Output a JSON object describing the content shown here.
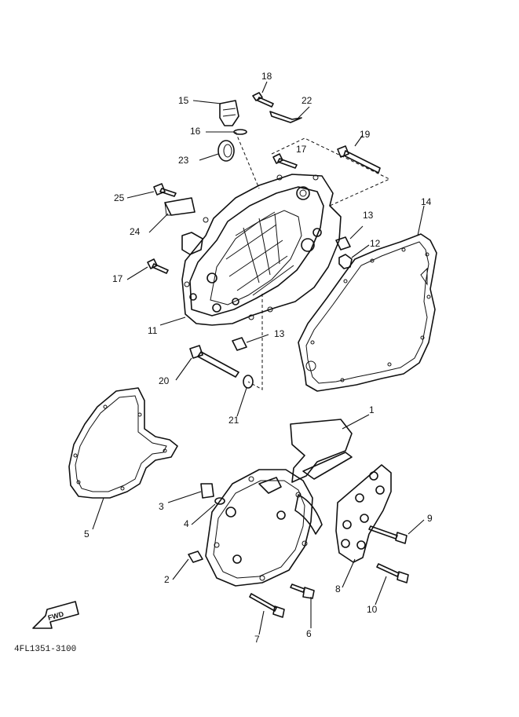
{
  "diagram": {
    "drawing_code": "4FL1351-3100",
    "direction_indicator": "FWD",
    "callouts": [
      {
        "id": "c1",
        "label": "1"
      },
      {
        "id": "c2",
        "label": "2"
      },
      {
        "id": "c3",
        "label": "3"
      },
      {
        "id": "c4",
        "label": "4"
      },
      {
        "id": "c5",
        "label": "5"
      },
      {
        "id": "c6",
        "label": "6"
      },
      {
        "id": "c7",
        "label": "7"
      },
      {
        "id": "c8",
        "label": "8"
      },
      {
        "id": "c9",
        "label": "9"
      },
      {
        "id": "c10",
        "label": "10"
      },
      {
        "id": "c11",
        "label": "11"
      },
      {
        "id": "c12",
        "label": "12"
      },
      {
        "id": "c13a",
        "label": "13"
      },
      {
        "id": "c13b",
        "label": "13"
      },
      {
        "id": "c14",
        "label": "14"
      },
      {
        "id": "c15",
        "label": "15"
      },
      {
        "id": "c16",
        "label": "16"
      },
      {
        "id": "c17a",
        "label": "17"
      },
      {
        "id": "c17b",
        "label": "17"
      },
      {
        "id": "c18",
        "label": "18"
      },
      {
        "id": "c19",
        "label": "19"
      },
      {
        "id": "c20",
        "label": "20"
      },
      {
        "id": "c21",
        "label": "21"
      },
      {
        "id": "c22",
        "label": "22"
      },
      {
        "id": "c23",
        "label": "23"
      },
      {
        "id": "c24",
        "label": "24"
      },
      {
        "id": "c25",
        "label": "25"
      }
    ]
  }
}
